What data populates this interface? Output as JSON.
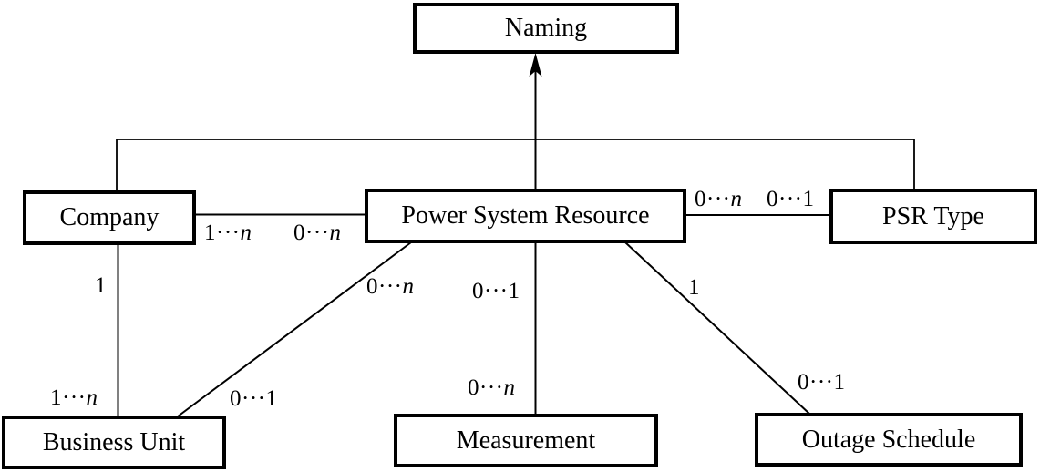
{
  "colors": {
    "background": "#ffffff",
    "line": "#000000",
    "box_border": "#000000",
    "box_fill": "#ffffff",
    "text": "#000000"
  },
  "classes": {
    "naming": "Naming",
    "company": "Company",
    "power_system_resource": "Power System Resource",
    "psr_type": "PSR Type",
    "business_unit": "Business Unit",
    "measurement": "Measurement",
    "outage_schedule": "Outage Schedule"
  },
  "multiplicities": {
    "company_psr_near_company": {
      "pre": "1···",
      "it": "n"
    },
    "company_psr_near_psr": {
      "pre": "0···",
      "it": "n"
    },
    "psr_psrtype_near_psr": {
      "pre": "0···",
      "it": "n"
    },
    "psr_psrtype_near_psrtype": {
      "pre": "0···1",
      "it": ""
    },
    "company_business_near_company": {
      "pre": "1",
      "it": ""
    },
    "company_business_near_business": {
      "pre": "1···",
      "it": "n"
    },
    "psr_business_near_psr": {
      "pre": "0···",
      "it": "n"
    },
    "psr_business_near_business": {
      "pre": "0···1",
      "it": ""
    },
    "psr_measurement_near_psr": {
      "pre": "0···1",
      "it": ""
    },
    "psr_measurement_near_measurement": {
      "pre": "0···",
      "it": "n"
    },
    "psr_outage_near_psr": {
      "pre": "1",
      "it": ""
    },
    "psr_outage_near_outage": {
      "pre": "0···1",
      "it": ""
    }
  },
  "relationships": [
    "Company — Power System Resource (1···n : 0···n)",
    "Power System Resource — PSR Type (0···n : 0···1)",
    "Company — Business Unit (1 : 1···n)",
    "Power System Resource — Business Unit (0···n : 0···1)",
    "Power System Resource — Measurement (0···1 : 0···n)",
    "Power System Resource — Outage Schedule (1 : 0···1)",
    "Company, Power System Resource, PSR Type generalize to Naming"
  ]
}
